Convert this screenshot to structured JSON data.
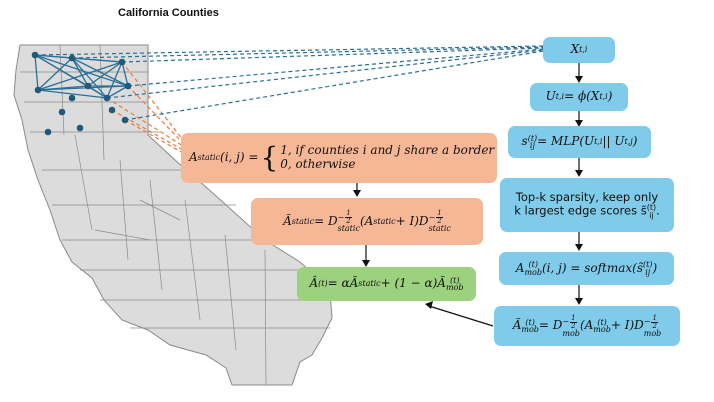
{
  "title": "California Counties",
  "boxes": {
    "x": "X",
    "x_sub": "t,i",
    "u_lhs": "U",
    "u_sub": "t,i",
    "u_rhs": " = ϕ(X",
    "u_rhs_sub": "t,i",
    "u_close": ")",
    "s_lhs": "s",
    "s_sup": "(t)",
    "s_sub": "ij",
    "s_rhs": " = MLP(U",
    "s_rhs_sub1": "t,i",
    "s_mid": " || U",
    "s_rhs_sub2": "t,j",
    "s_close": ")",
    "topk_line1": "Top-k sparsity, keep only",
    "topk_line2": "k largest edge scores s̃",
    "topk_sup": "(t)",
    "topk_sub": "ij",
    "topk_end": ".",
    "amob_lhs": "A",
    "amob_sup": "(t)",
    "amob_sub": "mob",
    "amob_rhs": "(i, j) = softmax(s̃",
    "amob_rhs_sup": "(t)",
    "amob_rhs_sub": "ij",
    "amob_close": ")",
    "norm_mob_lhs": "Ã",
    "norm_mob_sup": "(t)",
    "norm_mob_sub": "mob",
    "norm_mob_eq": " = D",
    "norm_mob_d_sub": "mob",
    "norm_mob_mid": "(A",
    "norm_mob_a_sup": "(t)",
    "norm_mob_a_sub": "mob",
    "norm_mob_plus": " + I)D",
    "norm_mob_d2_sub": "mob",
    "frac_num": "1",
    "frac_den": "2",
    "frac_minus": "−",
    "astatic_lhs": "A",
    "astatic_sub": "static",
    "astatic_args": "(i, j) = ",
    "astatic_case1": "1, if counties i and j share a border",
    "astatic_case2": "0, otherwise",
    "norm_static_lhs": "Ã",
    "norm_static_sub": "static",
    "norm_static_eq": " = D",
    "norm_static_d_sub": "static",
    "norm_static_mid": "(A",
    "norm_static_a_sub": "static",
    "norm_static_plus": " + I)D",
    "norm_static_d2_sub": "static",
    "final_lhs": "Â",
    "final_sup": "(t)",
    "final_eq": " = αÃ",
    "final_sub1": "static",
    "final_mid": " + (1 − α)Ã",
    "final_sup2": "(t)",
    "final_sub2": "mob"
  },
  "colors": {
    "blue_box": "#7fcbe9",
    "orange_box": "#f5b796",
    "green_box": "#9cd17d",
    "edge_blue": "#2a6f97",
    "edge_orange": "#e87a3c",
    "node": "#215a78",
    "map_fill": "#dcdcdc",
    "map_stroke": "#8a8a8a"
  }
}
